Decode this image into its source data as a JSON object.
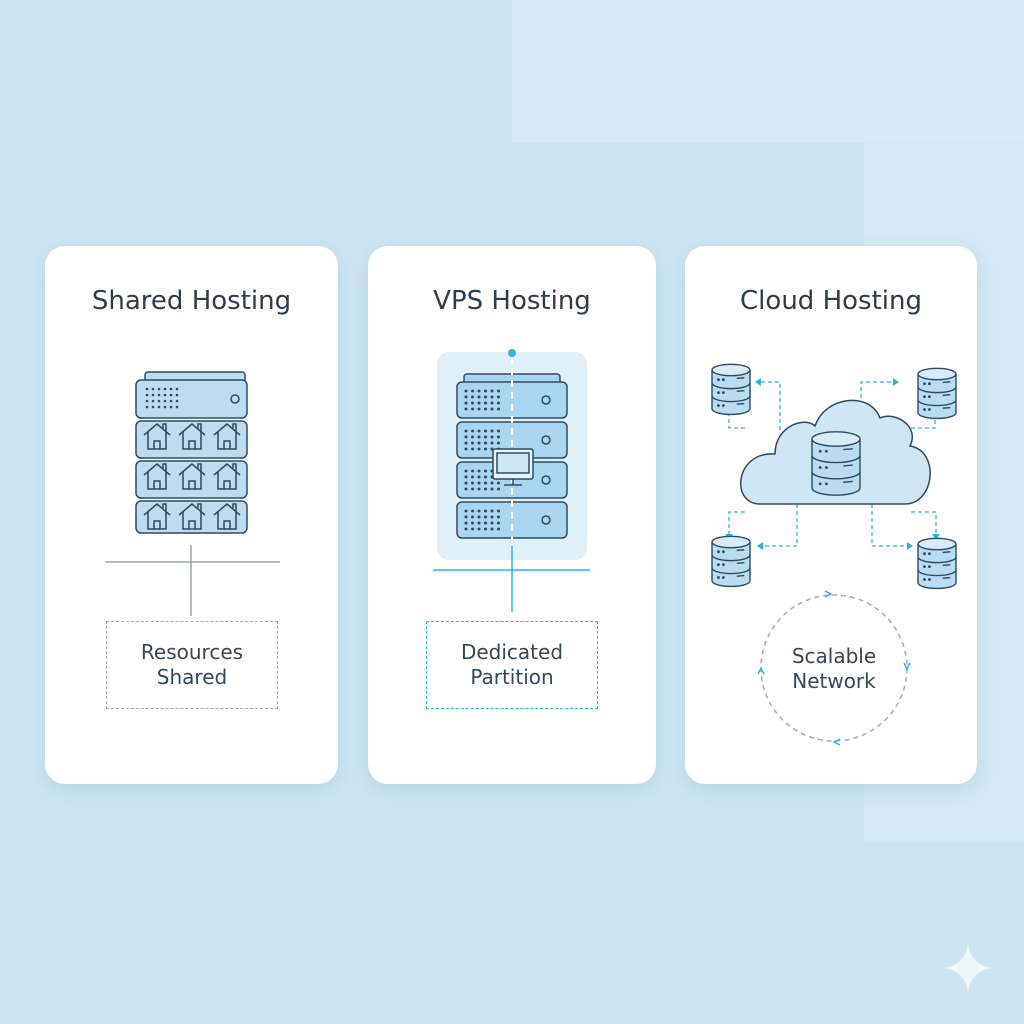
{
  "cards": [
    {
      "title": "Shared Hosting",
      "caption_line1": "Resources",
      "caption_line2": "Shared"
    },
    {
      "title": "VPS Hosting",
      "caption_line1": "Dedicated",
      "caption_line2": "Partition"
    },
    {
      "title": "Cloud Hosting",
      "caption_line1": "Scalable",
      "caption_line2": "Network"
    }
  ],
  "colors": {
    "background": "#cde5f1",
    "accent": "#2bb3e6",
    "stroke": "#2f4a63",
    "server_fill": "#b9dcf0"
  }
}
